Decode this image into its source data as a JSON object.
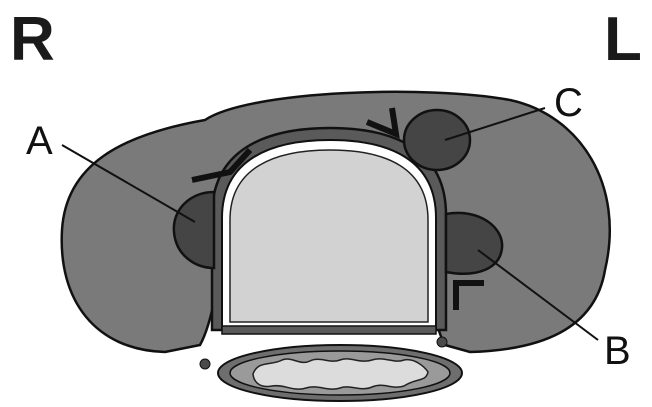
{
  "orientation": {
    "right": "R",
    "left": "L"
  },
  "labels": {
    "a": "A",
    "b": "B",
    "c": "C"
  },
  "colors": {
    "outline": "#111111",
    "muscle": "#7a7a7a",
    "node": "#454545",
    "body_fill": "#d2d2d2",
    "body_wall": "#585858",
    "dot": "#4a4a4a"
  }
}
